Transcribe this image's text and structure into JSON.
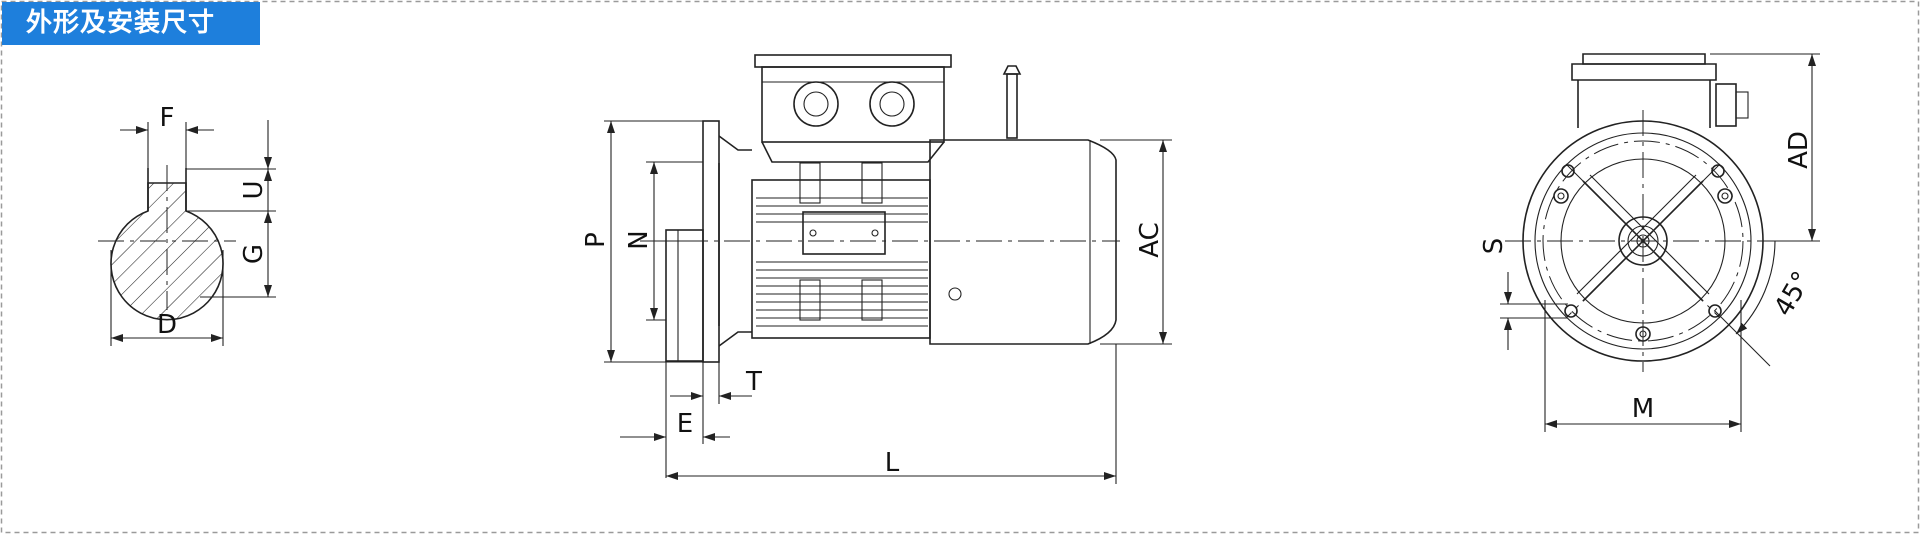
{
  "title": "外形及安装尺寸",
  "colors": {
    "title_bg": "#1e7fdc",
    "title_fg": "#ffffff",
    "border": "#9a9a9a",
    "line": "#222222"
  },
  "shaft_view": {
    "labels": {
      "F": "F",
      "U": "U",
      "G": "G",
      "D": "D"
    }
  },
  "side_view": {
    "labels": {
      "P": "P",
      "N": "N",
      "AC": "AC",
      "T": "T",
      "E": "E",
      "L": "L"
    }
  },
  "front_view": {
    "labels": {
      "AD": "AD",
      "S": "S",
      "M": "M",
      "angle": "45°"
    }
  }
}
